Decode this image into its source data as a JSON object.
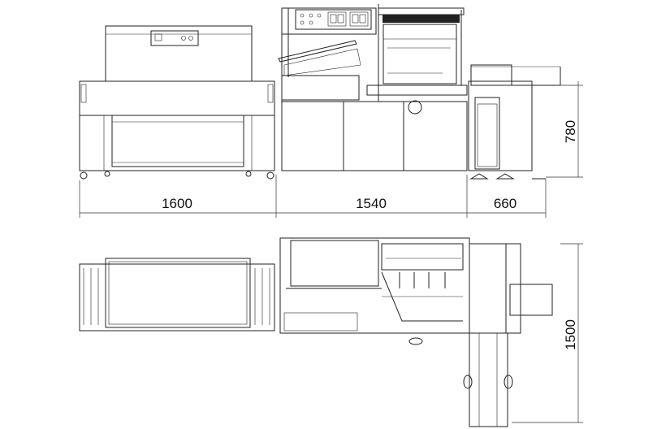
{
  "drawing": {
    "front_view": {
      "dimensions": {
        "tunnel_length": "1600",
        "sealer_length": "1540",
        "feeder_length": "660",
        "height": "780"
      }
    },
    "top_view": {
      "dimensions": {
        "depth": "1500"
      }
    }
  }
}
